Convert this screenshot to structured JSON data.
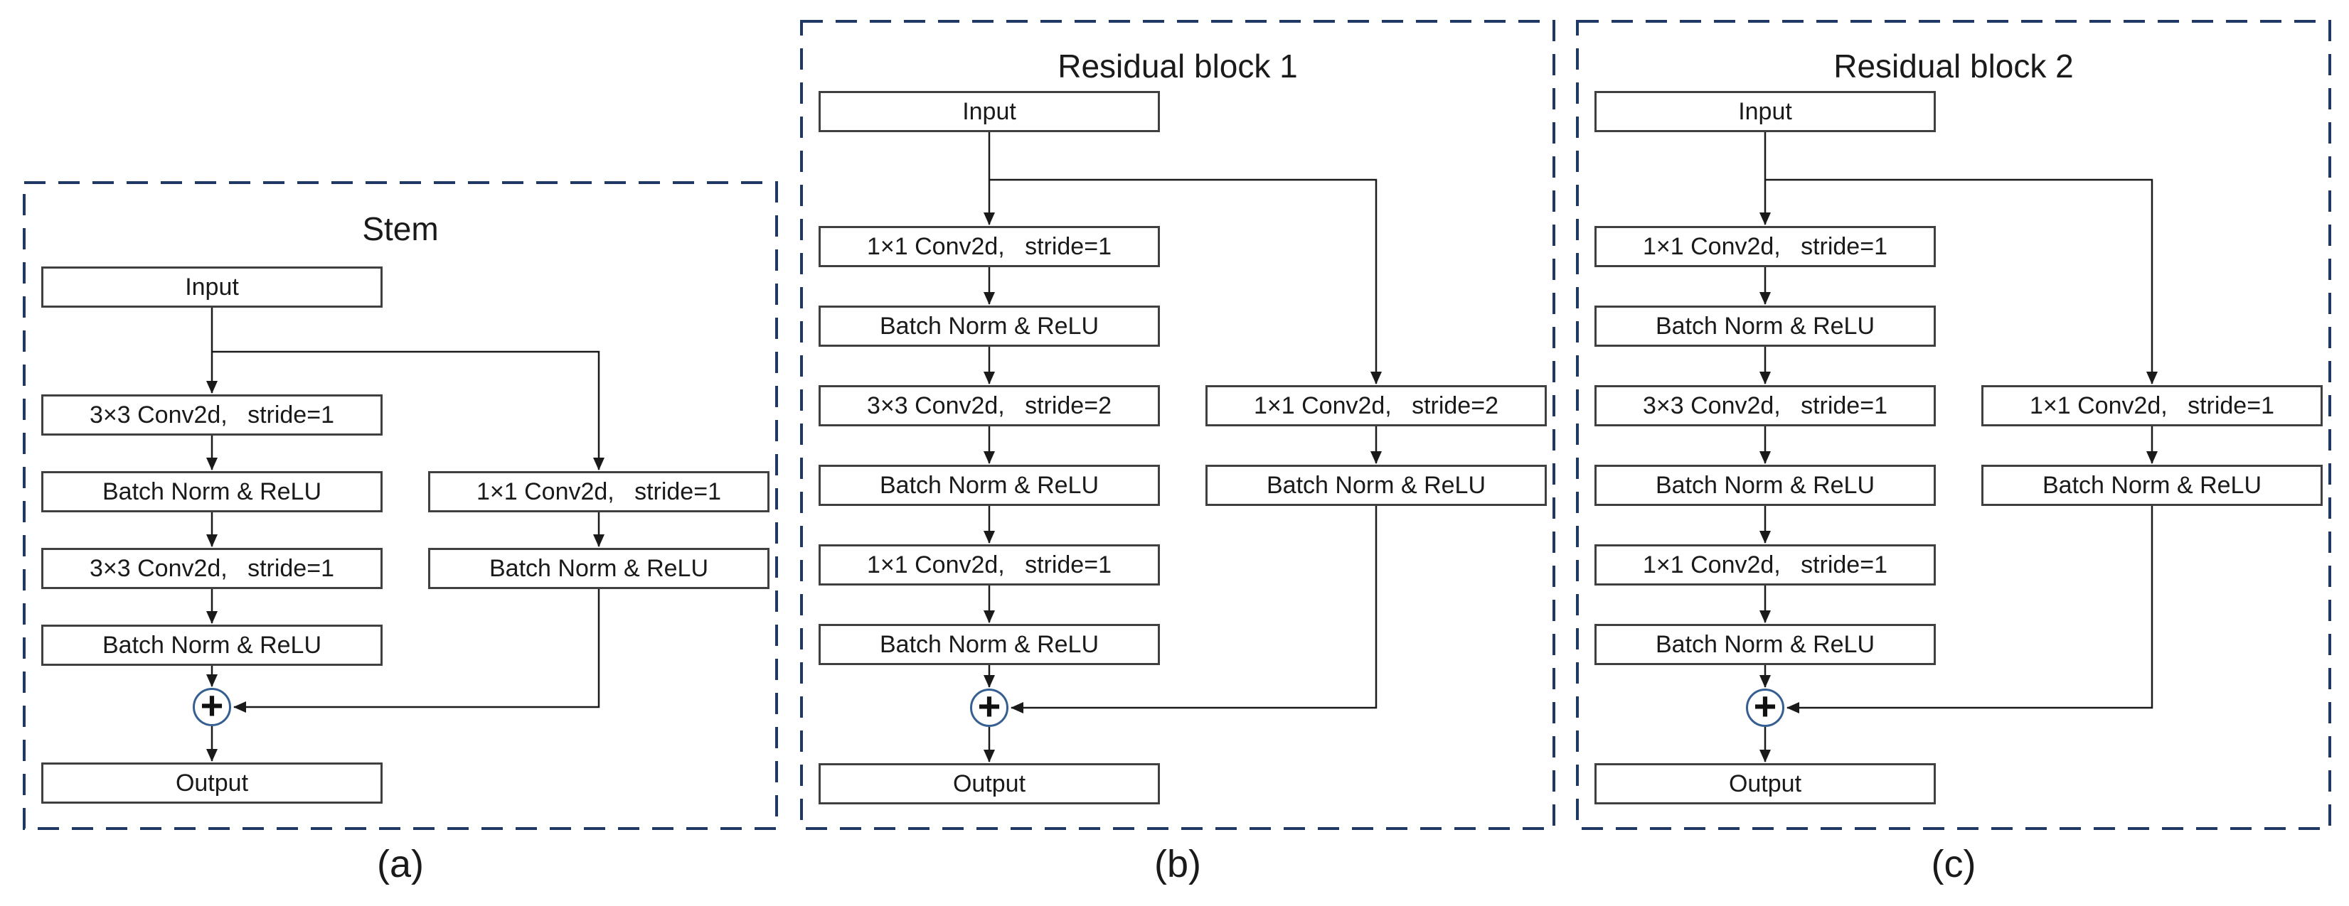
{
  "diagram": {
    "type": "flowchart",
    "panels": [
      {
        "title": "Stem",
        "caption": "(a)",
        "input": "Input",
        "output": "Output",
        "merge": "+",
        "main": [
          "3×3 Conv2d,   stride=1",
          "Batch Norm & ReLU",
          "3×3 Conv2d,   stride=1",
          "Batch Norm & ReLU"
        ],
        "shortcut": [
          "1×1 Conv2d,   stride=1",
          "Batch Norm & ReLU"
        ]
      },
      {
        "title": "Residual block 1",
        "caption": "(b)",
        "input": "Input",
        "output": "Output",
        "merge": "+",
        "main": [
          "1×1 Conv2d,   stride=1",
          "Batch Norm & ReLU",
          "3×3 Conv2d,   stride=2",
          "Batch Norm & ReLU",
          "1×1 Conv2d,   stride=1",
          "Batch Norm & ReLU"
        ],
        "shortcut": [
          "1×1 Conv2d,   stride=2",
          "Batch Norm & ReLU"
        ]
      },
      {
        "title": "Residual block 2",
        "caption": "(c)",
        "input": "Input",
        "output": "Output",
        "merge": "+",
        "main": [
          "1×1 Conv2d,   stride=1",
          "Batch Norm & ReLU",
          "3×3 Conv2d,   stride=1",
          "Batch Norm & ReLU",
          "1×1 Conv2d,   stride=1",
          "Batch Norm & ReLU"
        ],
        "shortcut": [
          "1×1 Conv2d,   stride=1",
          "Batch Norm & ReLU"
        ]
      }
    ],
    "colors": {
      "dashed_border": "#1f3864",
      "box_border": "#404040",
      "line": "#1a1a1a",
      "merge_circle": "#365f91",
      "text": "#1a1a1a",
      "background": "#ffffff"
    }
  }
}
